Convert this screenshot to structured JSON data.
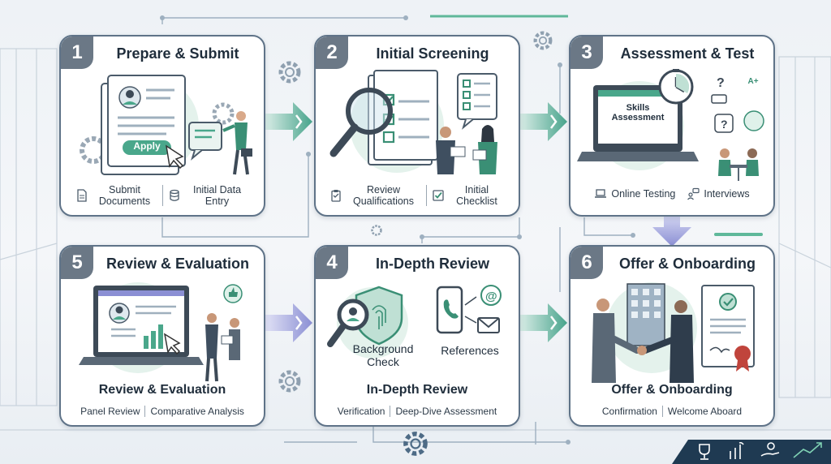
{
  "steps": [
    {
      "number": "1",
      "title": "Prepare & Submit",
      "button": "Apply",
      "items": [
        {
          "label": "Submit Documents",
          "icon": "document-icon"
        },
        {
          "label": "Initial Data Entry",
          "icon": "database-icon"
        }
      ]
    },
    {
      "number": "2",
      "title": "Initial Screening",
      "items": [
        {
          "label": "Review Qualifications",
          "icon": "clipboard-icon"
        },
        {
          "label": "Initial Checklist",
          "icon": "checkbox-icon"
        }
      ]
    },
    {
      "number": "3",
      "title": "Assessment & Test",
      "screen_text": "Skills Assessment",
      "badge": "A+",
      "items": [
        {
          "label": "Online Testing",
          "icon": "laptop-icon"
        },
        {
          "label": "Interviews",
          "icon": "chat-people-icon"
        }
      ]
    },
    {
      "number": "5",
      "title": "Review & Evaluation",
      "subtitle": "Review & Evaluation",
      "items": [
        {
          "label": "Panel Review"
        },
        {
          "label": "Comparative Analysis"
        }
      ]
    },
    {
      "number": "4",
      "title": "In-Depth Review",
      "subtitle": "In-Depth Review",
      "art_labels": [
        "Background Check",
        "References"
      ],
      "items": [
        {
          "label": "Verification"
        },
        {
          "label": "Deep-Dive Assessment"
        }
      ]
    },
    {
      "number": "6",
      "title": "Offer & Onboarding",
      "subtitle": "Offer & Onboarding",
      "items": [
        {
          "label": "Confirmation"
        },
        {
          "label": "Welcome Aboard"
        }
      ]
    }
  ],
  "colors": {
    "border": "#5f7388",
    "accent": "#5fb89a",
    "arrow_green": "#48a48c",
    "arrow_purple": "#8b8fd4",
    "number_bg": "#6b7886"
  },
  "icons": [
    "gear-icon",
    "trophy-icon",
    "dollar-growth-icon",
    "hand-coin-icon",
    "rising-chart-icon"
  ]
}
